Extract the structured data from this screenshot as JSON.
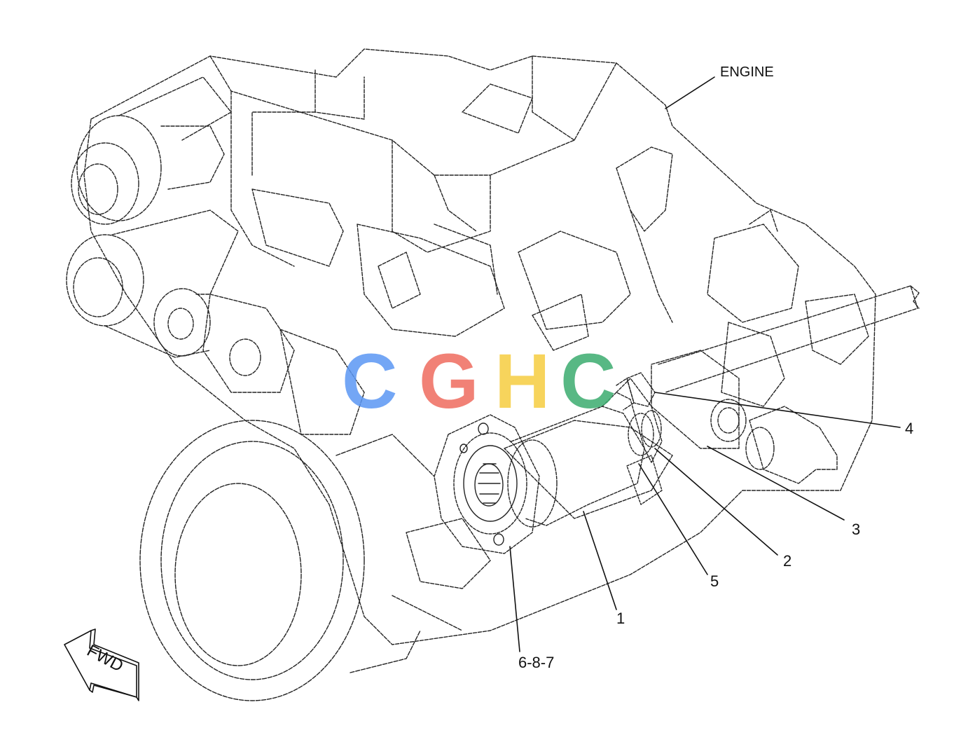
{
  "diagram": {
    "engine_label": "ENGINE",
    "callouts": {
      "c1": "1",
      "c2": "2",
      "c3": "3",
      "c4": "4",
      "c5": "5",
      "c678": "6-8-7"
    },
    "fwd_label": "FWD",
    "watermark": "CGHC",
    "colors": {
      "line": "#222222",
      "watermark_c1": "#5b97f3",
      "watermark_g": "#ee6b5e",
      "watermark_h": "#f6cd3f",
      "watermark_c2": "#3bac6f"
    }
  }
}
